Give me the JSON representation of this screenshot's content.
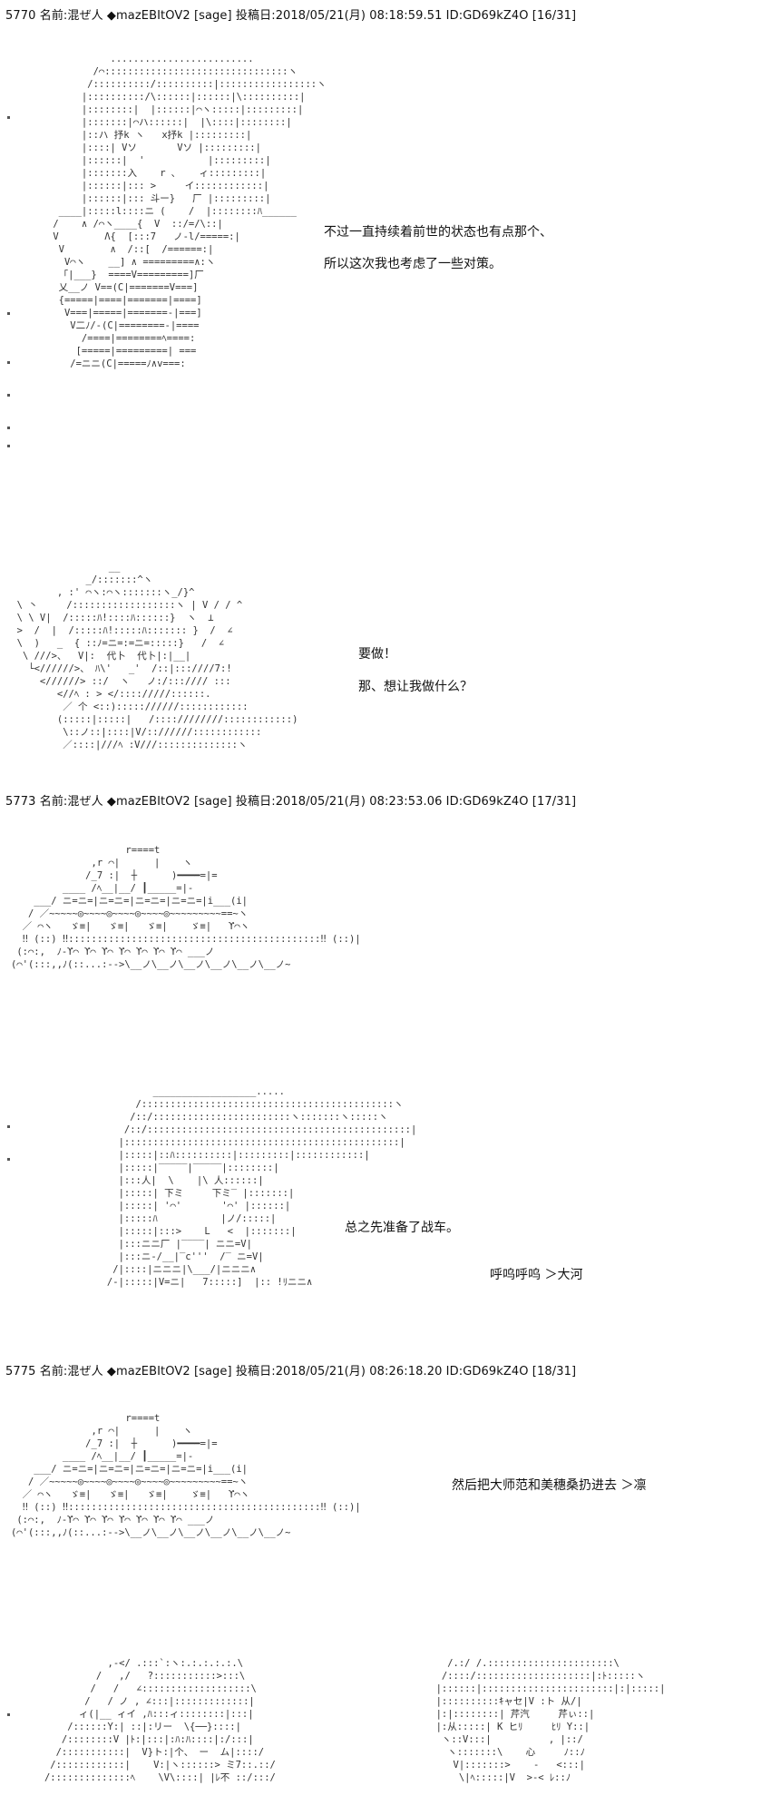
{
  "posts": [
    {
      "header": "5770 名前:混ぜ人 ◆mazEBItOV2 [sage] 投稿日:2018/05/21(月) 08:18:59.51 ID:GD69kZ4O [16/31]",
      "lines": [
        "不过一直持续着前世的状态也有点那个、",
        "所以这次我也考虑了一些对策。",
        "要做！",
        "那、想让我做什么？"
      ]
    },
    {
      "header": "5773 名前:混ぜ人 ◆mazEBItOV2 [sage] 投稿日:2018/05/21(月) 08:23:53.06 ID:GD69kZ4O [17/31]",
      "lines": [
        "总之先准备了战车。",
        "呼呜呼呜 ＞大河"
      ]
    },
    {
      "header": "5775 名前:混ぜ人 ◆mazEBItOV2 [sage] 投稿日:2018/05/21(月) 08:26:18.20 ID:GD69kZ4O [18/31]",
      "lines": [
        "然后把大师范和美穗桑扔进去 ＞凛"
      ]
    }
  ],
  "art": {
    "girl_standing": "           .........................\n        /⌒::::::::::::::::::::::::::::::::ヽ\n       /::::::::::/::::::::::|:::::::::::::::::ヽ\n      |::::::::::/\\::::::|::::::|\\::::::::::|\n      |::::::::|  |::::::|⌒ヽ:::::|:::::::::|\n      |:::::::|⌒ハ::::::|  |\\::::|::::::::|\n      |::ハ 抒k ヽ   x抒k |:::::::::|\n      |::::| Vソ       Vソ |:::::::::|\n      |::::::|  '           |:::::::::|\n      |:::::::入    r ､    ィ:::::::::|\n      |::::::|::: >     イ::::::::::::|\n      |::::::|::: 斗ー}   厂 |:::::::::|\n  ____|:::::l::::ニ (    /  |::::::::ﾊ______\n /    ∧ /⌒ヽ____{  V  ::/=/\\::|\n V        Λ{  [:::7   ノ-l/=====:|\n  V        ∧  /::[  /======:|\n   V⌒ヽ    __] ∧ =========∧:ヽ\n  「|___}  ====V=========]厂\n  乂__ノ V==(C|=======V===]\n  {=====|====|=======|====]\n   V===|=====|=======-|===]\n    V二ﾉ/-(C|========-|====\n      /====|========ﾍ====:\n     [=====|=========| ===\n    /=ニニ(C|=====ﾉ∧v===:",
    "girl_arms": "                  __\n              _/:::::::^ヽ\n         , :' ⌒ヽ:⌒ヽ:::::::ヽ_/}^\n  \\ 丶     /::::::::::::::::::ヽ | V / / ^\n  \\ \\ V|  /:::::ﾊ!::::ﾊ::::::}  ヽ  ⊥\n  >  /  |  /:::::ﾊ!:::::ﾊ::::::: }  /  ∠\n  \\  )   _  { ::ﾉ=ニ=:=ニ=:::::}   /  ∠\n   \\ ///>、  V|:  代卜  代卜|:|__|\n    └<//////>、 ﾊ\\'   _'  /::|:::////7:!\n      <//////> ::/  ヽ   ノ:/::://// :::\n         <//ﾍ : > </:::://///::::::.\n          ／ 个 <::)::::://////::::::::::::\n         (:::::|:::::|   /::::////////::::::::::::)\n          \\::ノ::|::::|V/:://////::::::::::::\n          ／::::|///ﾍ :V///::::::::::::::ヽ",
    "tank_upper": "                    r====t\n              ,r ⌒|      |    ヽ\n             /_7 :|  ┼      )━━━━=|=\n         ____ /ﾍ__|__/ ┃_____=|-\n    ___/ ニ=ニ=|ニ=ニ=|ニ=ニ=|ニ=ニ=|i___(i|\n   / ／~~~~~◎~~~~◎~~~~◎~~~~◎~~~~~~~~~==~ヽ\n  ／ ⌒ヽ   ゞ≡|   ゞ≡|   ゞ≡|    ゞ≡|   ϒ⌒ヽ\n  ‼ (::) ‼::::::::::::::::::::::::::::::::::::::::::::‼ (::)|\n (:⌒:,  ﾉ‐ϒ⌒ ϒ⌒ ϒ⌒ ϒ⌒ ϒ⌒ ϒ⌒ ϒ⌒ ___ノ\n(⌒'(:::,,ﾉ(::...:-->\\__ノ\\__ノ\\__ノ\\__ノ\\__ノ\\__ノ~",
    "girl_hat": "              __________________.....\n           /::::::::::::::::::::::::::::::::::::::::::::ヽ\n          /::/::::::::::::::::::::::::ヽ:::::::ヽ:::::ヽ\n         /::/::::::::::::::::::::::::::::::::::::::::::::::|\n        |::::::::::::::::::::::::::::::::::::::::::::::::|\n        |:::::|::ﾊ::::::::::|:::::::::|::::::::::::|\n        |:::::|‾‾‾‾‾|‾‾‾‾‾|::::::::|\n        |:::人|  \\    |\\ 人::::::|\n        |:::::| 下ミ     下ミ‾ |:::::::|\n        |:::::| '⌒'       '⌒' |::::::|\n        |:::::ﾊ           |ノ/:::::|\n        |:::::|:::>    L   <  |:::::::|\n        |:::ニニ厂 |‾‾‾‾| ニニ=V|\n        |:::ニ-/__|‾c'''  /‾ ニ=V|\n       /|::::|ニニニ|\\___/|ニニニ∧\n      /-|:::::|V=ニ|   7:::::]  |:: !ﾘニニ∧",
    "girl_left_bottom": "              ,-</ .:::`:ヽ:.:.:.:.:.\\\n            /   ,/   ?:::::::::::>:::\\\n           /   /   ∠:::::::::::::::::::\\\n          /   / ノ , ∠:::|:::::::::::::|\n         ィ(|__ ィイ ,ﾊ:::ィ::::::::|:::|\n       /::::::Y:| ::|:リー  \\{──}::::|\n      /::::::::V |ﾄ:|:::|:ﾊ:ﾊ::::|:/:::|\n     /:::::::::::|  V}ト:|个、 ー  ム|::::/\n    /::::::::::::|    V:|ヽ::::::> ミ7::.::/\n   /::::::::::::::ﾍ    \\V\\::::| |ﾚ不 ::/:::/",
    "girl_right_bottom": "          /.:/ /.::::::::::::::::::::::\\\n         /::::/::::::::::::::::::::|:ﾄ:::::ヽ\n        |::::::|:::::::::::::::::::::::|:|:::::|\n        |::::::::::ｷャセ|V :ト 从/|\n        |:|::::::::| 芹汽     芹ぃ::|\n        |:从:::::| K ヒﾘ     ﾋﾘ Y::|\n         ヽ::V:::|          , |::/\n          ヽ:::::::\\    心     ﾉ::ﾉ\n           V|:::::::>    ‐   <:::|\n            \\|ﾍ:::::|V  >-< ﾚ::ﾉ"
  }
}
